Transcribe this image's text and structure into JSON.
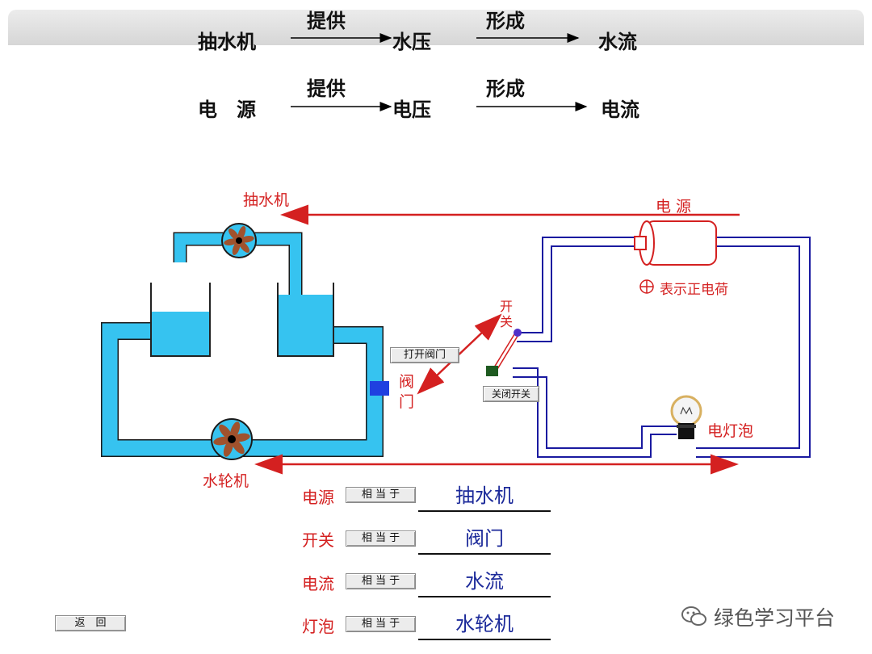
{
  "analogy": {
    "row1": {
      "source": "抽水机",
      "verb1": "提供",
      "middle": "水压",
      "verb2": "形成",
      "result": "水流"
    },
    "row2": {
      "source": "电　源",
      "verb1": "提供",
      "middle": "电压",
      "verb2": "形成",
      "result": "电流"
    }
  },
  "diagram": {
    "pump_label": "抽水机",
    "power_label": "电 源",
    "charge_label": "表示正电荷",
    "switch_label_1": "开",
    "switch_label_2": "关",
    "valve_label_1": "阀",
    "valve_label_2": "门",
    "bulb_label": "电灯泡",
    "turbine_label": "水轮机",
    "open_valve_button": "打开阀门",
    "close_switch_button": "关闭开关"
  },
  "comparisons": [
    {
      "term": "电源",
      "button": "相 当 于",
      "answer": "抽水机"
    },
    {
      "term": "开关",
      "button": "相 当 于",
      "answer": "阀门"
    },
    {
      "term": "电流",
      "button": "相 当 于",
      "answer": "水流"
    },
    {
      "term": "灯泡",
      "button": "相 当 于",
      "answer": "水轮机"
    }
  ],
  "return_button": "返　回",
  "watermark": "绿色学习平台",
  "colors": {
    "water": "#36c3f0",
    "wire": "#1a1aa0",
    "label_red": "#d42020",
    "answer_blue": "#1c2a9a"
  }
}
